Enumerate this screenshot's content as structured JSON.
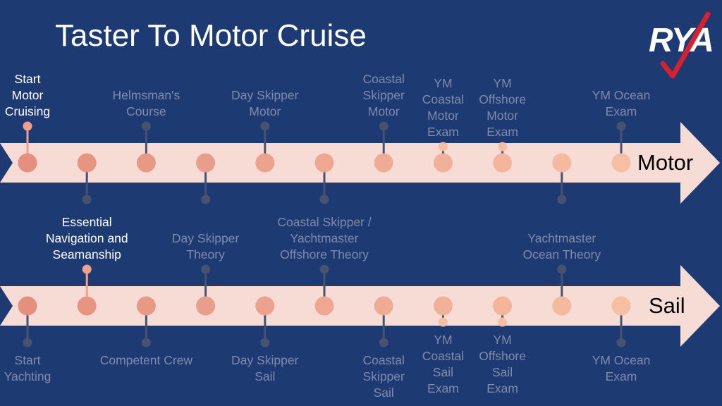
{
  "title": "Taster To Motor Cruise",
  "logo": {
    "text": "RYA",
    "icon": "red-tick-icon"
  },
  "colors": {
    "background": "#1e3a72",
    "arrow": "#f7dcd5",
    "node_dark": "#e58f7f",
    "node_light": "#f6bfa3",
    "stem_active": "#f1a08e",
    "stem_inactive": "#475170",
    "text_active": "#ffffff",
    "text_inactive": "#7f8bac",
    "tick": "#d8202e"
  },
  "tracks": [
    {
      "name": "Motor",
      "label": "Motor",
      "nodes": [
        {
          "id": "start-motor-cruising",
          "label": "Start\nMotor\nCruising",
          "side": "above",
          "active": true
        },
        {
          "id": "essential-navigation-link",
          "label": "",
          "side": "below",
          "active": false
        },
        {
          "id": "helmsmans-course",
          "label": "Helmsman's\nCourse",
          "side": "above",
          "active": false
        },
        {
          "id": "day-skipper-theory-link",
          "label": "",
          "side": "below",
          "active": false
        },
        {
          "id": "day-skipper-motor",
          "label": "Day Skipper\nMotor",
          "side": "above",
          "active": false
        },
        {
          "id": "coastal-theory-link",
          "label": "",
          "side": "below",
          "active": false
        },
        {
          "id": "coastal-skipper-motor",
          "label": "Coastal\nSkipper\nMotor",
          "side": "above",
          "active": false
        },
        {
          "id": "ym-coastal-motor-exam",
          "label": "YM\nCoastal\nMotor\nExam",
          "side": "above",
          "active": false,
          "short": true
        },
        {
          "id": "ym-offshore-motor-exam",
          "label": "YM\nOffshore\nMotor\nExam",
          "side": "above",
          "active": false,
          "short": true
        },
        {
          "id": "ocean-theory-link",
          "label": "",
          "side": "below",
          "active": false
        },
        {
          "id": "ym-ocean-exam-motor",
          "label": "YM Ocean\nExam",
          "side": "above",
          "active": false
        }
      ]
    },
    {
      "name": "Sail",
      "label": "Sail",
      "nodes": [
        {
          "id": "start-yachting",
          "label": "Start\nYachting",
          "side": "below",
          "active": false
        },
        {
          "id": "essential-navigation",
          "label": "Essential\nNavigation and\nSeamanship",
          "side": "above",
          "active": true
        },
        {
          "id": "competent-crew",
          "label": "Competent Crew",
          "side": "below",
          "active": false
        },
        {
          "id": "day-skipper-theory",
          "label": "Day Skipper\nTheory",
          "side": "above",
          "active": false
        },
        {
          "id": "day-skipper-sail",
          "label": "Day Skipper\nSail",
          "side": "below",
          "active": false
        },
        {
          "id": "coastal-skipper-theory",
          "label": "Coastal Skipper /\nYachtmaster\nOffshore Theory",
          "side": "above",
          "active": false
        },
        {
          "id": "coastal-skipper-sail",
          "label": "Coastal\nSkipper\nSail",
          "side": "below",
          "active": false
        },
        {
          "id": "ym-coastal-sail-exam",
          "label": "YM\nCoastal\nSail\nExam",
          "side": "below",
          "active": false,
          "short": true
        },
        {
          "id": "ym-offshore-sail-exam",
          "label": "YM\nOffshore\nSail\nExam",
          "side": "below",
          "active": false,
          "short": true
        },
        {
          "id": "yachtmaster-ocean-theory",
          "label": "Yachtmaster\nOcean Theory",
          "side": "above",
          "active": false
        },
        {
          "id": "ym-ocean-exam-sail",
          "label": "YM Ocean\nExam",
          "side": "below",
          "active": false
        }
      ]
    }
  ]
}
